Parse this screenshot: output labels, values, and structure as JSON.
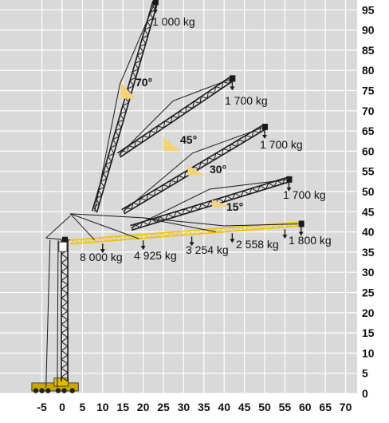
{
  "colors": {
    "plot_bg": "#d9d9d9",
    "grid": "#ffffff",
    "jib_main": "#f2c200",
    "angle_marker": "#f3d37a",
    "lattice": "#1a1a1a"
  },
  "axes": {
    "x_ticks": [
      "-5",
      "0",
      "5",
      "10",
      "15",
      "20",
      "25",
      "30",
      "35",
      "40",
      "45",
      "50",
      "55",
      "60",
      "65",
      "70"
    ],
    "y_ticks": [
      "0",
      "5",
      "10",
      "15",
      "20",
      "25",
      "30",
      "35",
      "40",
      "45",
      "50",
      "55",
      "60",
      "65",
      "70",
      "75",
      "80",
      "85",
      "90",
      "95"
    ]
  },
  "chart_data": {
    "type": "line",
    "xlim": [
      -8,
      70
    ],
    "ylim": [
      0,
      97
    ],
    "xlabel": "",
    "ylabel": "",
    "grid": true,
    "jib_configurations": [
      {
        "angle": "70°",
        "start": [
          8,
          45
        ],
        "end": [
          23,
          97
        ],
        "tip_load": "1 000 kg"
      },
      {
        "angle": "45°",
        "start": [
          14,
          59
        ],
        "end": [
          42,
          78
        ],
        "tip_load": "1 700 kg"
      },
      {
        "angle": "30°",
        "start": [
          15,
          45
        ],
        "end": [
          50,
          66
        ],
        "tip_load": "1 700 kg"
      },
      {
        "angle": "15°",
        "start": [
          17,
          41
        ],
        "end": [
          56,
          53
        ],
        "tip_load": "1 700 kg"
      },
      {
        "angle": "0°",
        "start": [
          2,
          37.5
        ],
        "end": [
          59,
          42
        ],
        "tip_load": "1 800 kg"
      }
    ],
    "horizontal_jib_loads": [
      {
        "radius": 10,
        "load": "8 000 kg"
      },
      {
        "radius": 20,
        "load": "4 925 kg"
      },
      {
        "radius": 32,
        "load": "3 254 kg"
      },
      {
        "radius": 42,
        "load": "2 558 kg"
      },
      {
        "radius": 55,
        "load": "1 800 kg"
      }
    ],
    "annotations": [
      "70°",
      "45°",
      "30°",
      "15°",
      "1 000 kg",
      "1 700 kg",
      "1 700 kg",
      "1 700 kg",
      "8 000 kg",
      "4 925 kg",
      "3 254 kg",
      "2 558 kg",
      "1 800 kg"
    ]
  }
}
